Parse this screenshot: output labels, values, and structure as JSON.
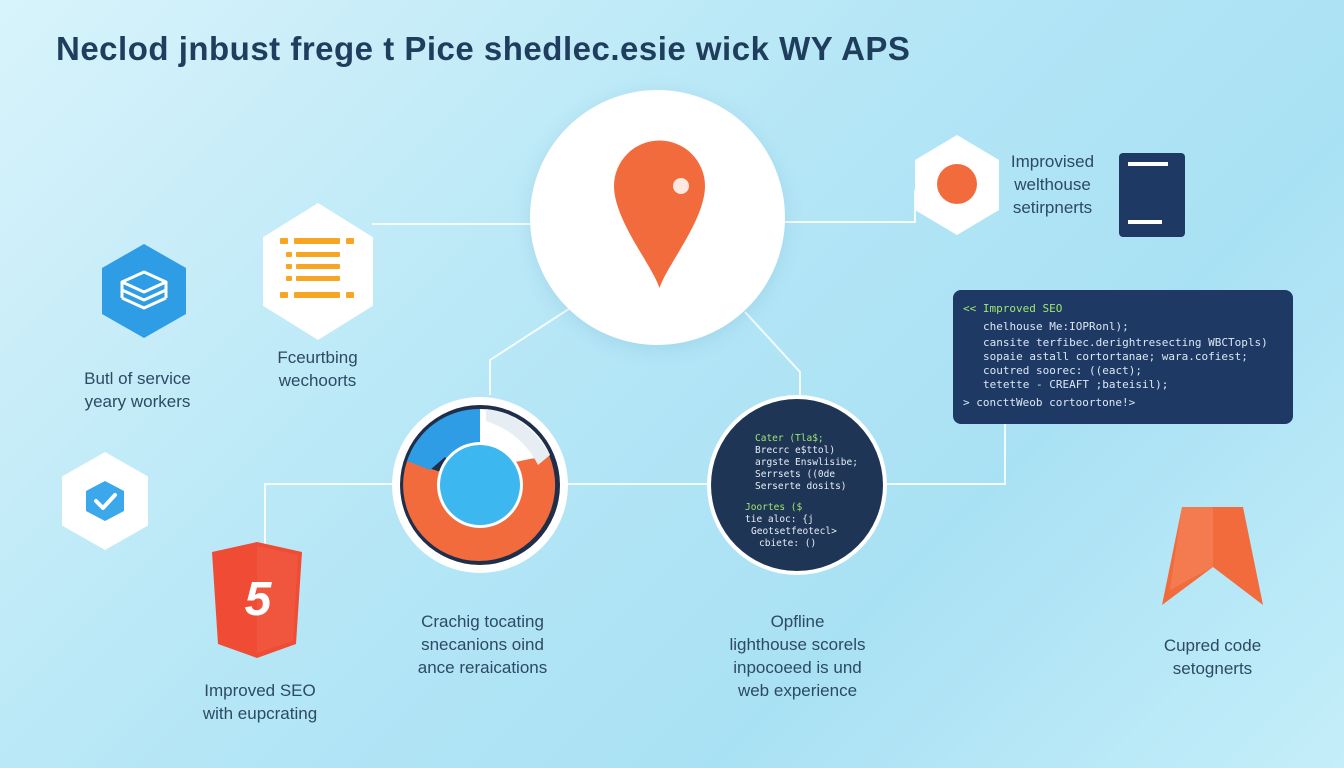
{
  "title": "Neclod jnbust frege t Pice shedlec.esie wick WY APS",
  "nodes": {
    "service_workers": {
      "lines": [
        "Butl of service",
        "yeary workers"
      ]
    },
    "fecurbing": {
      "lines": [
        "Fceurtbing",
        "wechoorts"
      ]
    },
    "improved_seo": {
      "lines": [
        "Improved SEO",
        "with eupcrating"
      ]
    },
    "caching": {
      "lines": [
        "Crachig tocating",
        "snecanions oind",
        "ance reraications"
      ]
    },
    "offline": {
      "lines": [
        "Opfline",
        "lighthouse scorels",
        "inpocoeed is und",
        "web experience"
      ]
    },
    "improvised": {
      "lines": [
        "Improvised",
        "welthouse",
        "setirpnerts"
      ]
    },
    "cupred": {
      "lines": [
        "Cupred code",
        "setognerts"
      ]
    }
  },
  "html5_badge": "5",
  "code_panel": {
    "lines": [
      "<<  Improved SEO",
      "chelhouse Me:IOPRonl);",
      "cansite terfibec.derightresecting WBCTopls)",
      "sopaie astall cortortanae; wara.cofiest;",
      "coutred soorec: ((eact);",
      "tetette - CREAFT ;bateisil);",
      ">   concttWeob cortoortone!>"
    ]
  },
  "circle_code": {
    "lines": [
      "Cater (Tla$;",
      "Brecrc e$ttol)",
      "argste Enswlisibe;",
      "Serrsets ((0de",
      "Serserte dosits)",
      "Joortes ($",
      "tie aloc: {j",
      "Geotsetfeotecl>",
      "cbiete: ()"
    ]
  },
  "colors": {
    "accent_orange": "#f26b3d",
    "accent_blue": "#2f9ce6",
    "navy": "#1e3a64",
    "text": "#2d4a62"
  },
  "icons": [
    "map-pin-icon",
    "stack-icon",
    "checkmark-icon",
    "list-icon",
    "html5-icon",
    "chrome-style-icon",
    "document-icon",
    "dot-icon",
    "ribbon-icon"
  ]
}
